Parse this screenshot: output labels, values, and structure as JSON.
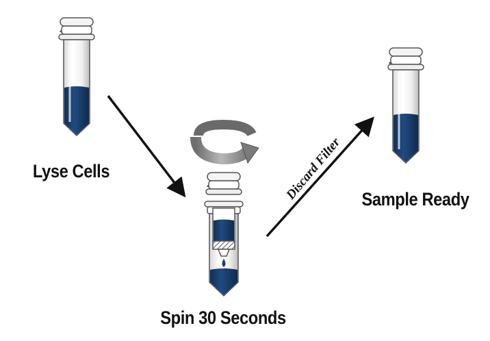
{
  "steps": {
    "lyse": {
      "label": "Lyse Cells"
    },
    "spin": {
      "label": "Spin 30 Seconds"
    },
    "ready": {
      "label": "Sample Ready"
    }
  },
  "arrows": {
    "discard": {
      "label": "Discard Filter"
    }
  },
  "colors": {
    "liquid": "#1a3e6e",
    "tube_outline": "#555555",
    "arrow": "#111111",
    "spin_arrow": "#8c8c8c"
  }
}
